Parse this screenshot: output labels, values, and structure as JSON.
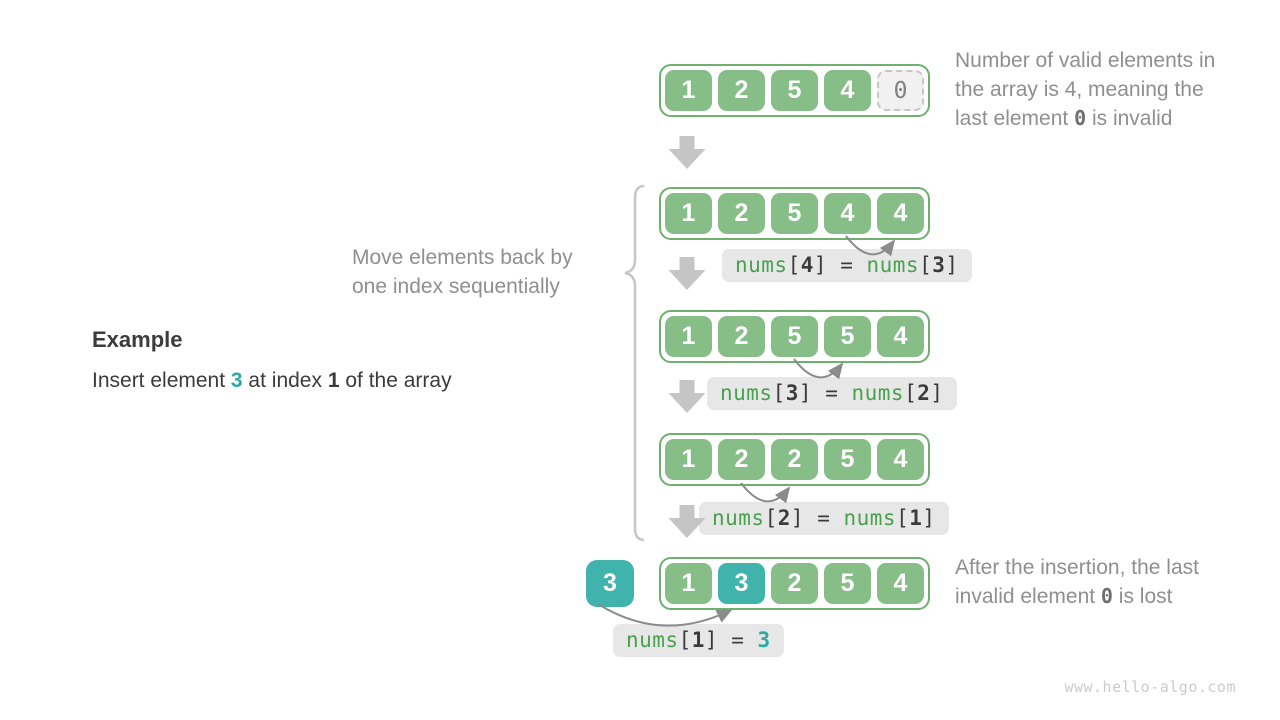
{
  "example": {
    "title": "Example",
    "desc_parts": [
      {
        "t": "Insert element "
      },
      {
        "t": "3",
        "c": "tealb"
      },
      {
        "t": " at index "
      },
      {
        "t": "1",
        "c": "bold"
      },
      {
        "t": " of the array"
      }
    ]
  },
  "notes": {
    "top": {
      "lines": [
        [
          {
            "t": "Number of valid elements in"
          }
        ],
        [
          {
            "t": "the array is 4, meaning the"
          }
        ],
        [
          {
            "t": "last element "
          },
          {
            "t": "0",
            "c": "mono"
          },
          {
            "t": " is invalid"
          }
        ]
      ]
    },
    "move": {
      "lines": [
        [
          {
            "t": "Move elements back by"
          }
        ],
        [
          {
            "t": "one index sequentially"
          }
        ]
      ]
    },
    "after": {
      "lines": [
        [
          {
            "t": "After the insertion, the last"
          }
        ],
        [
          {
            "t": "invalid element "
          },
          {
            "t": "0",
            "c": "mono"
          },
          {
            "t": " is lost"
          }
        ]
      ]
    }
  },
  "arrays": [
    {
      "cells": [
        {
          "v": "1"
        },
        {
          "v": "2"
        },
        {
          "v": "5"
        },
        {
          "v": "4"
        },
        {
          "v": "0",
          "status": "invalid"
        }
      ]
    },
    {
      "cells": [
        {
          "v": "1"
        },
        {
          "v": "2"
        },
        {
          "v": "5"
        },
        {
          "v": "4"
        },
        {
          "v": "4"
        }
      ]
    },
    {
      "cells": [
        {
          "v": "1"
        },
        {
          "v": "2"
        },
        {
          "v": "5"
        },
        {
          "v": "5"
        },
        {
          "v": "4"
        }
      ]
    },
    {
      "cells": [
        {
          "v": "1"
        },
        {
          "v": "2"
        },
        {
          "v": "2"
        },
        {
          "v": "5"
        },
        {
          "v": "4"
        }
      ]
    },
    {
      "cells": [
        {
          "v": "1"
        },
        {
          "v": "3",
          "status": "inserted"
        },
        {
          "v": "2"
        },
        {
          "v": "5"
        },
        {
          "v": "4"
        }
      ]
    }
  ],
  "insert_value": "3",
  "labels": [
    {
      "parts": [
        {
          "t": "nums",
          "c": "green"
        },
        {
          "t": "[",
          "c": "dark"
        },
        {
          "t": "4",
          "c": "darkb"
        },
        {
          "t": "]",
          "c": "dark"
        },
        {
          "t": " = ",
          "c": "dark"
        },
        {
          "t": "nums",
          "c": "green"
        },
        {
          "t": "[",
          "c": "dark"
        },
        {
          "t": "3",
          "c": "darkb"
        },
        {
          "t": "]",
          "c": "dark"
        }
      ]
    },
    {
      "parts": [
        {
          "t": "nums",
          "c": "green"
        },
        {
          "t": "[",
          "c": "dark"
        },
        {
          "t": "3",
          "c": "darkb"
        },
        {
          "t": "]",
          "c": "dark"
        },
        {
          "t": " = ",
          "c": "dark"
        },
        {
          "t": "nums",
          "c": "green"
        },
        {
          "t": "[",
          "c": "dark"
        },
        {
          "t": "2",
          "c": "darkb"
        },
        {
          "t": "]",
          "c": "dark"
        }
      ]
    },
    {
      "parts": [
        {
          "t": "nums",
          "c": "green"
        },
        {
          "t": "[",
          "c": "dark"
        },
        {
          "t": "2",
          "c": "darkb"
        },
        {
          "t": "]",
          "c": "dark"
        },
        {
          "t": " = ",
          "c": "dark"
        },
        {
          "t": "nums",
          "c": "green"
        },
        {
          "t": "[",
          "c": "dark"
        },
        {
          "t": "1",
          "c": "darkb"
        },
        {
          "t": "]",
          "c": "dark"
        }
      ]
    },
    {
      "parts": [
        {
          "t": "nums",
          "c": "green"
        },
        {
          "t": "[",
          "c": "dark"
        },
        {
          "t": "1",
          "c": "darkb"
        },
        {
          "t": "]",
          "c": "dark"
        },
        {
          "t": " = ",
          "c": "dark"
        },
        {
          "t": "3",
          "c": "tealb"
        }
      ]
    }
  ],
  "footer": "www.hello-algo.com",
  "colors": {
    "cell_green": "#87BD87",
    "border_green": "#6FB06F",
    "teal": "#41B3AD",
    "teal_text": "#2EA9A4",
    "code_green": "#48A14D",
    "code_dark": "#3B3B3B",
    "text_dark": "#3B3B3B",
    "text_gray": "#8F8F8F",
    "mono_gray": "#6E6E6E",
    "label_bg": "#E7E7E7",
    "invalid_bg": "#F1F1F1",
    "invalid_border": "#C6C6C6",
    "invalid_text": "#808080",
    "arrow_gray": "#C5C5C5",
    "arc_gray": "#8C8C8C",
    "brace_gray": "#C6C6C6",
    "footer_gray": "#CBCBCB"
  }
}
